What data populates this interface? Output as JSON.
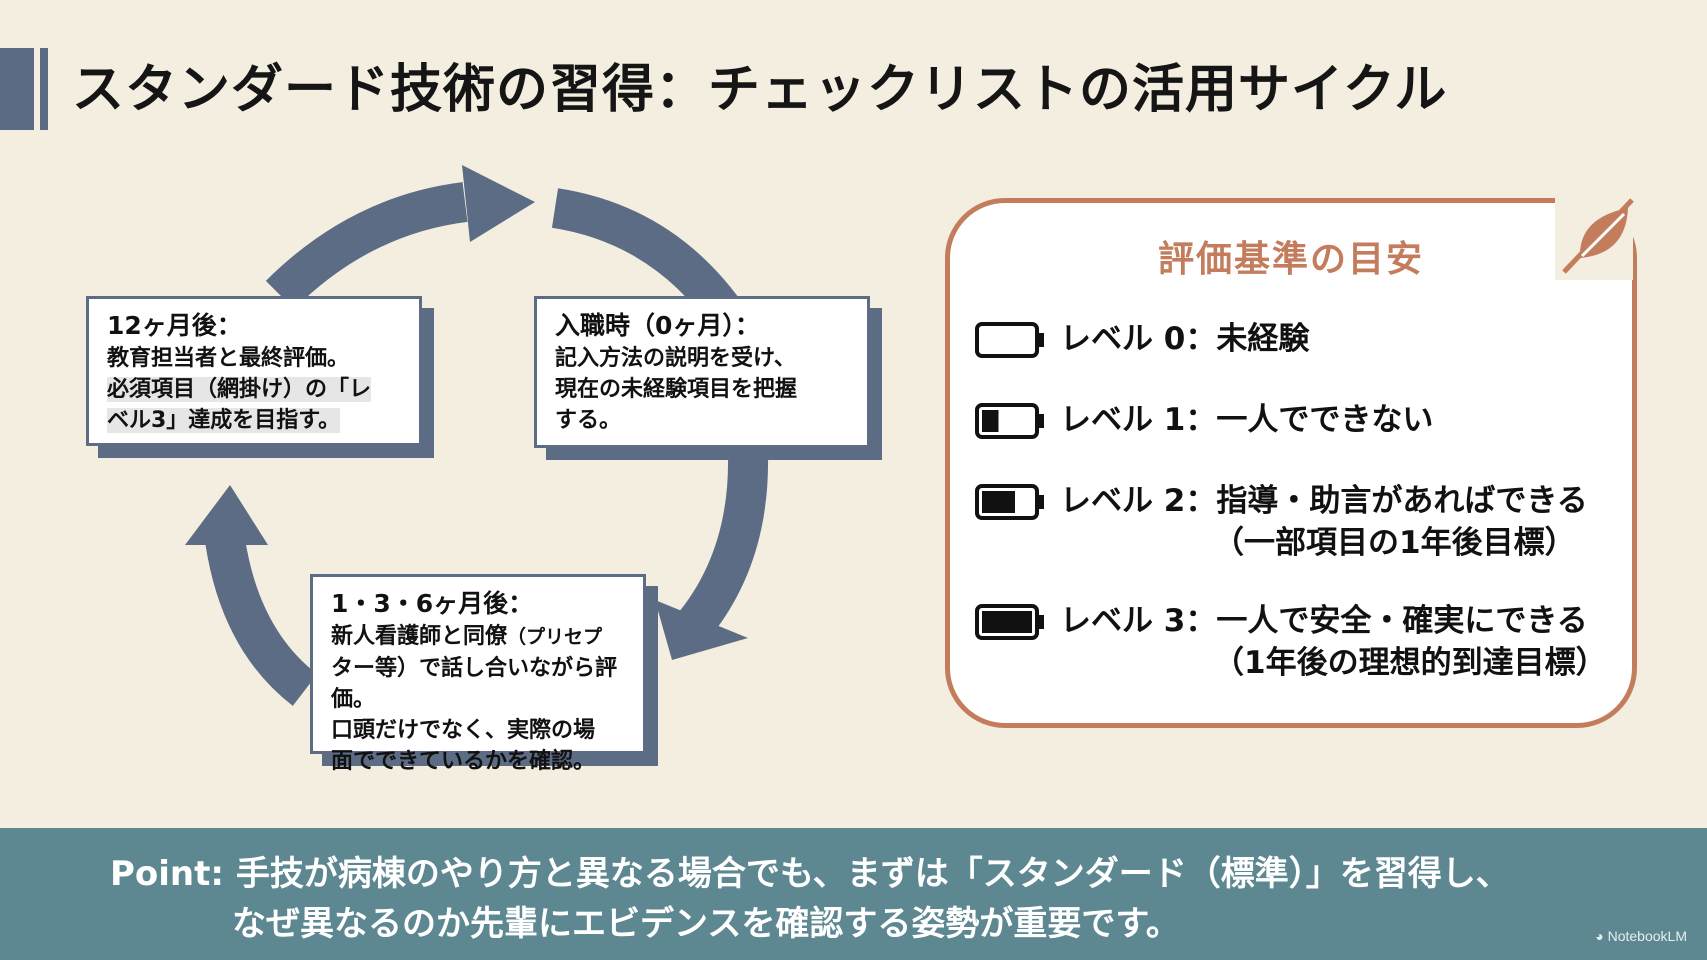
{
  "title": "スタンダード技術の習得：チェックリストの活用サイクル",
  "cycle": {
    "stage_start": {
      "head": "入職時（0ヶ月）：",
      "body": [
        "記入方法の説明を受け、",
        "現在の未経験項目を把握",
        "する。"
      ]
    },
    "stage_mid": {
      "head": "1・3・6ヶ月後：",
      "body_line1": "新人看護師と同僚",
      "body_line1_small": "（プリセプ",
      "body_line2": "ター等）で話し合いながら評価。",
      "body_line3": "口頭だけでなく、実際の場",
      "body_line4": "面でできているかを確認。"
    },
    "stage_final": {
      "head": "12ヶ月後：",
      "body_line1": "教育担当者と最終評価。",
      "body_line2": "必須項目（網掛け）の「レ",
      "body_line3": "ベル3」達成を目指す。"
    }
  },
  "criteria": {
    "title": "評価基準の目安",
    "levels": [
      {
        "label": "レベル 0：未経験",
        "note": "",
        "fill": 0
      },
      {
        "label": "レベル 1：一人でできない",
        "note": "",
        "fill": 0.33
      },
      {
        "label": "レベル 2：指導・助言があればできる",
        "note": "（一部項目の1年後目標）",
        "fill": 0.66
      },
      {
        "label": "レベル 3：一人で安全・確実にできる",
        "note": "（1年後の理想的到達目標）",
        "fill": 1
      }
    ]
  },
  "footer": {
    "line1": "Point: 手技が病棟のやり方と異なる場合でも、まずは「スタンダード（標準）」を習得し、",
    "line2": "なぜ異なるのか先輩にエビデンスを確認する姿勢が重要です。"
  },
  "brand": "NotebookLM",
  "colors": {
    "accent": "#c47d5c",
    "slate": "#5b6c84",
    "footer": "#5d8891",
    "background": "#f3eee0"
  },
  "icons": {
    "criteria_icon": "leaf-icon",
    "level_icon": "battery-icon",
    "brand_icon": "notebooklm-logo-icon"
  }
}
